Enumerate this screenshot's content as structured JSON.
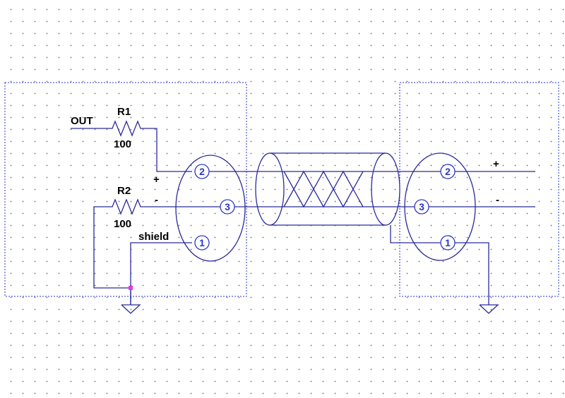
{
  "left_block": {
    "net_label": "OUT",
    "r1": {
      "name": "R1",
      "value": "100"
    },
    "r2": {
      "name": "R2",
      "value": "100"
    },
    "plus_label": "+",
    "minus_label": "-",
    "shield_label": "shield",
    "connector_pins": [
      "2",
      "3",
      "1"
    ]
  },
  "right_block": {
    "plus_label": "+",
    "minus_label": "-",
    "connector_pins": [
      "2",
      "3",
      "1"
    ]
  },
  "colors": {
    "wire": "#2a2a9a",
    "frame": "#2b35c8",
    "pin": "#2b35c8",
    "junction": "#e23ae8"
  }
}
